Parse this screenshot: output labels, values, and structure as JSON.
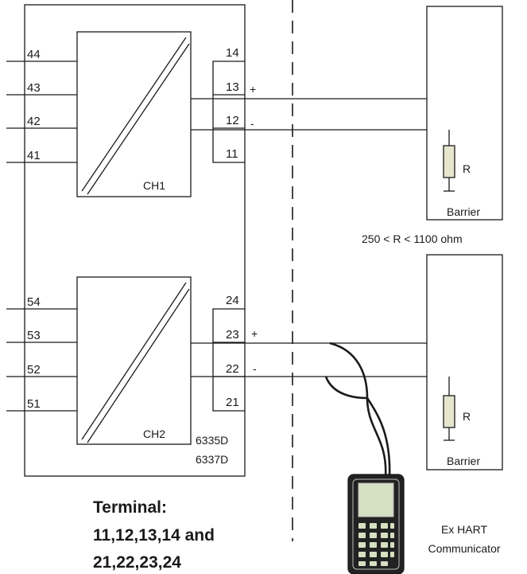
{
  "device": {
    "models": [
      "6335D",
      "6337D"
    ],
    "channels": [
      {
        "label": "CH1",
        "input_terminals": [
          "44",
          "43",
          "42",
          "41"
        ],
        "output_terminals": [
          "14",
          "13",
          "12",
          "11"
        ],
        "polarity": [
          "+",
          "-"
        ]
      },
      {
        "label": "CH2",
        "input_terminals": [
          "54",
          "53",
          "52",
          "51"
        ],
        "output_terminals": [
          "24",
          "23",
          "22",
          "21"
        ],
        "polarity": [
          "+",
          "-"
        ]
      }
    ]
  },
  "barriers": [
    {
      "label": "Barrier",
      "resistor": "R"
    },
    {
      "label": "Barrier",
      "resistor": "R"
    }
  ],
  "resistance_note": "250 < R < 1100 ohm",
  "communicator": {
    "line1": "Ex HART",
    "line2": "Communicator"
  },
  "terminal_note": {
    "line1": "Terminal:",
    "line2": "11,12,13,14 and",
    "line3": "21,22,23,24"
  },
  "colors": {
    "line": "#1a1a1a",
    "device_screen": "#d6e0c2",
    "device_body": "#222222",
    "resistor_fill": "#e6e6cf"
  }
}
